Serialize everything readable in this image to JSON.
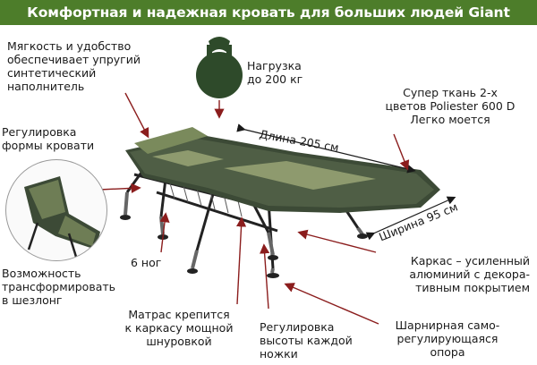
{
  "banner": {
    "title": "Комфортная и надежная кровать для больших людей Giant"
  },
  "labels": {
    "softness": [
      "Мягкость и удобство",
      "обеспечивает упругий",
      "синтетический",
      "наполнитель"
    ],
    "load": [
      "Нагрузка",
      "до 200 кг"
    ],
    "fabric": [
      "Супер ткань 2-х",
      "цветов Poliester 600 D",
      "Легко моется"
    ],
    "shape": [
      "Регулировка",
      "формы кровати"
    ],
    "length": "Длина 205 см",
    "width": "Ширина 95 см",
    "legs": "6 ног",
    "transform": [
      "Возможность",
      "трансформировать",
      "в шезлонг"
    ],
    "frame": [
      "Каркас – усиленный",
      "алюминий с декора-",
      "тивным покрытием"
    ],
    "mattress": [
      "Матрас крепится",
      "к каркасу мощной",
      "шнуровкой"
    ],
    "height": [
      "Регулировка",
      "высоты каждой",
      "ножки"
    ],
    "hinge": [
      "Шарнирная само-",
      "регулирующаяся",
      "опора"
    ]
  },
  "colors": {
    "banner": "#4d7d2a",
    "arrow": "#8b1d1d",
    "fabric_dark": "#3c4a36",
    "fabric_light": "#8e9a6e",
    "kettlebell": "#2e4a2a"
  },
  "icons": [
    "kettlebell-icon"
  ]
}
